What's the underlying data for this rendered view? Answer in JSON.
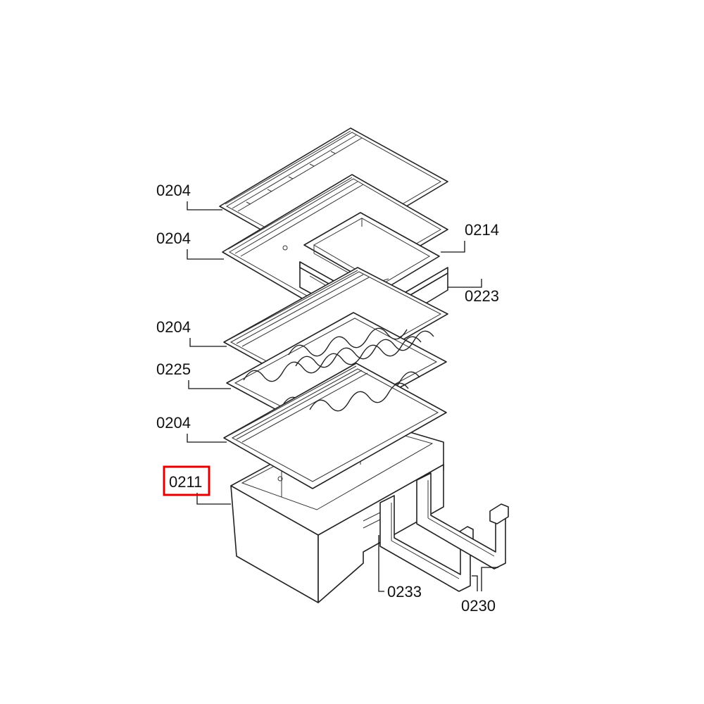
{
  "labels": {
    "glass_shelf_1": "0204",
    "glass_shelf_2": "0204",
    "glass_shelf_3": "0204",
    "glass_shelf_4": "0204",
    "crisper_cover": "0214",
    "small_drawer": "0223",
    "bottle_rack": "0225",
    "vegetable_drawer": "0211",
    "drawer_divider_front": "0233",
    "drawer_divider_back": "0230"
  },
  "highlight": {
    "part": "0211",
    "color": "#e00000"
  }
}
